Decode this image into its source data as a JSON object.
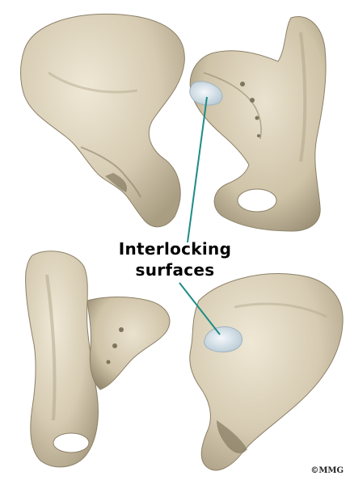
{
  "callout": {
    "line1": "Interlocking",
    "line2": "surfaces"
  },
  "copyright": "©MMG",
  "colors": {
    "bone": "#d9cfb8",
    "bone_shadow": "#a99d82",
    "bone_dark": "#7f745c",
    "articular_surface": "#dfe9ef",
    "leader_line": "#1c8c86"
  }
}
